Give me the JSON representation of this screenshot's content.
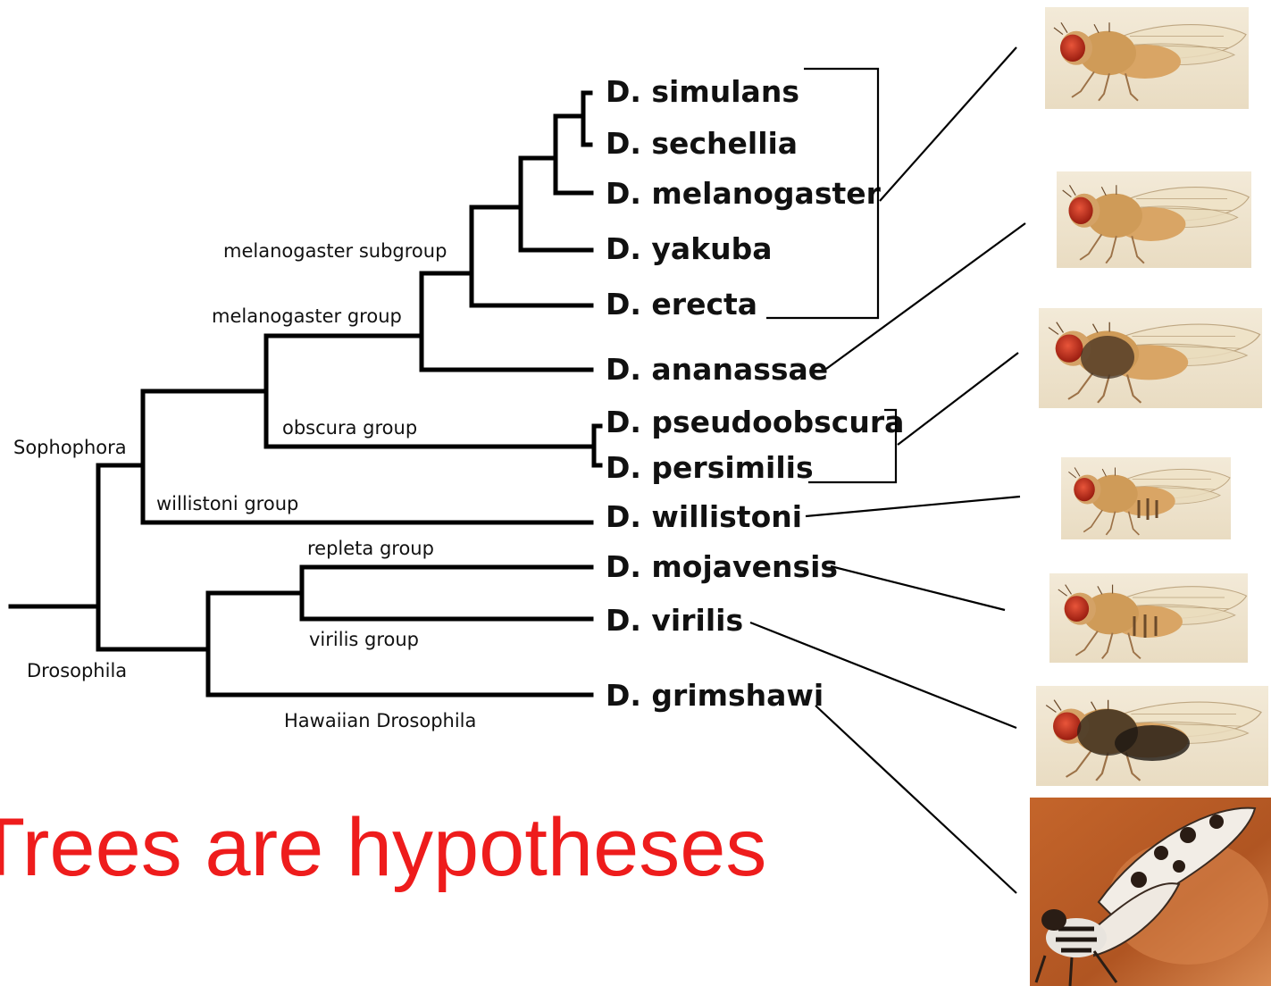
{
  "headline": "Trees are hypotheses",
  "colors": {
    "headline": "#ee1c1c",
    "branch": "#000000",
    "text": "#111111"
  },
  "clades": {
    "sophophora": "Sophophora",
    "drosophila": "Drosophila",
    "melanogaster_subgroup": "melanogaster subgroup",
    "melanogaster_group": "melanogaster group",
    "obscura_group": "obscura group",
    "willistoni_group": "willistoni group",
    "repleta_group": "repleta group",
    "virilis_group": "virilis group",
    "hawaiian": "Hawaiian Drosophila"
  },
  "species": [
    "D. simulans",
    "D. sechellia",
    "D. melanogaster",
    "D. yakuba",
    "D. erecta",
    "D. ananassae",
    "D. pseudoobscura",
    "D. persimilis",
    "D. willistoni",
    "D. mojavensis",
    "D. virilis",
    "D. grimshawi"
  ],
  "fly_images": [
    "light-fly-icon",
    "light-fly-icon",
    "dark-thorax-fly-icon",
    "striped-fly-icon",
    "striped-fly-icon",
    "dark-fly-icon",
    "hawaiian-spotted-fly-photo"
  ]
}
